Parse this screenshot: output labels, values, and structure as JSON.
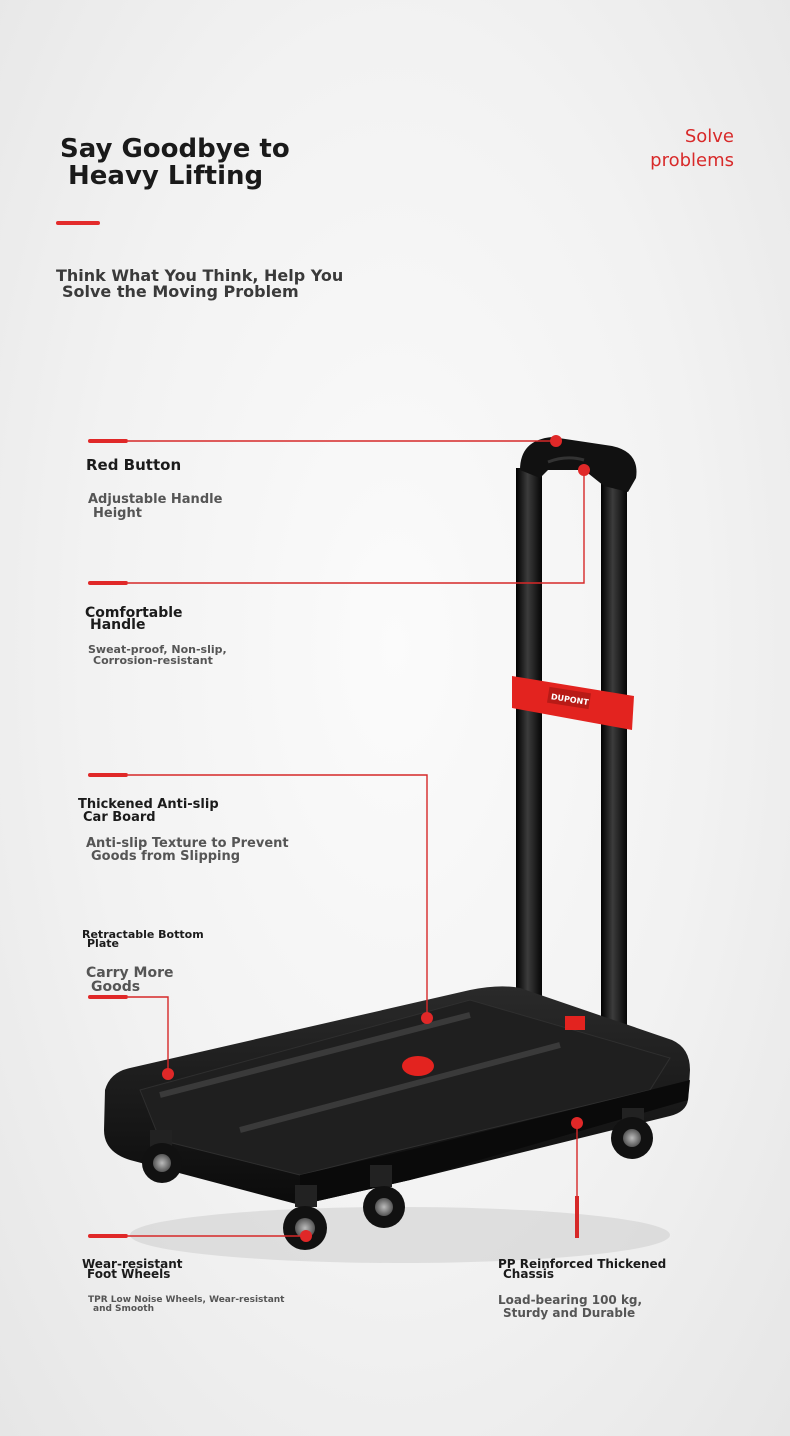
{
  "header": {
    "title_line1": "Say Goodbye to",
    "title_line2": "Heavy Lifting",
    "tag_line1": "Solve",
    "tag_line2": "problems",
    "subtitle_line1": "Think What You Think, Help You",
    "subtitle_line2": "Solve the Moving Problem"
  },
  "features": {
    "red_button": {
      "title": "Red Button",
      "desc_line1": "Adjustable Handle",
      "desc_line2": "Height"
    },
    "handle": {
      "title_line1": "Comfortable",
      "title_line2": "Handle",
      "desc_line1": "Sweat-proof, Non-slip,",
      "desc_line2": "Corrosion-resistant"
    },
    "board": {
      "title_line1": "Thickened Anti-slip",
      "title_line2": "Car Board",
      "desc_line1": "Anti-slip Texture to Prevent",
      "desc_line2": "Goods from Slipping"
    },
    "plate": {
      "title_line1": "Retractable Bottom",
      "title_line2": "Plate",
      "desc_line1": "Carry More",
      "desc_line2": "Goods"
    },
    "wheels": {
      "title_line1": "Wear-resistant",
      "title_line2": "Foot Wheels",
      "desc_line1": "TPR Low Noise Wheels, Wear-resistant",
      "desc_line2": "and Smooth"
    },
    "chassis": {
      "title_line1": "PP Reinforced Thickened",
      "title_line2": "Chassis",
      "desc_line1": "Load-bearing 100 kg,",
      "desc_line2": "Sturdy and Durable"
    }
  },
  "product": {
    "brand_label": "DUPONT"
  },
  "colors": {
    "accent": "#e02828",
    "frame": "#141414",
    "bracket": "#e3231f"
  }
}
